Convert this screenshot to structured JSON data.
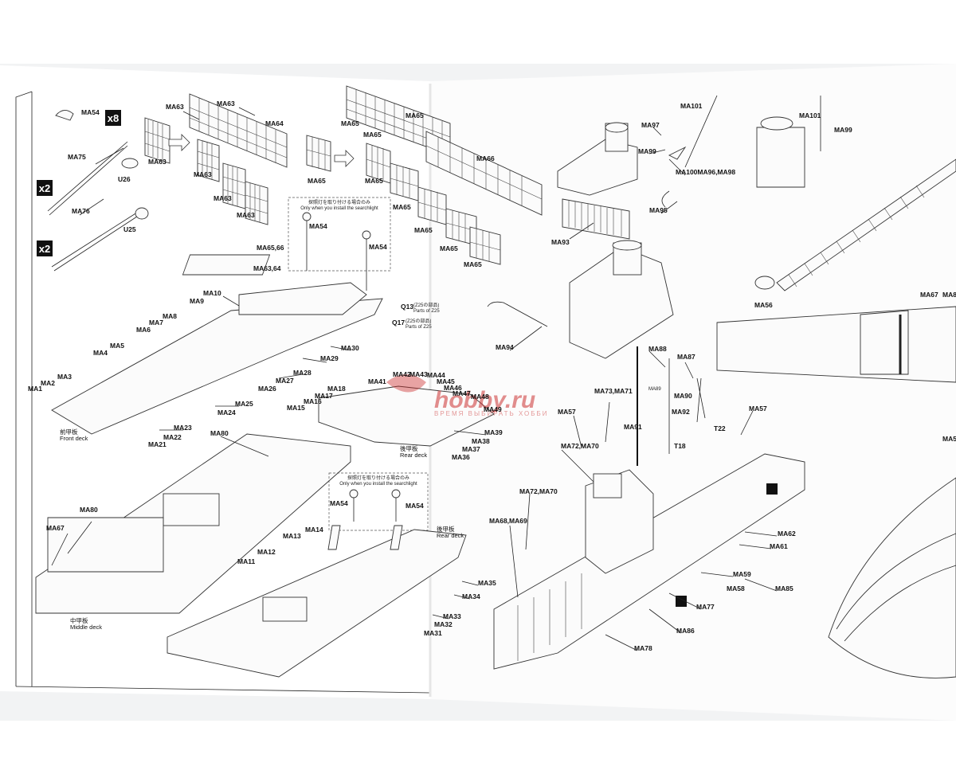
{
  "watermark": {
    "site": "hobby.ru",
    "tagline": "ВРЕМЯ ВЫБИРАТЬ ХОББИ"
  },
  "multipliers": {
    "x8": "x8",
    "x2a": "x2",
    "x2b": "x2"
  },
  "notes": {
    "searchlight_jp": "探照灯を取り付ける場合のみ",
    "searchlight_en": "Only when you install the searchlight",
    "searchlight2_jp": "探照灯を取り付ける場合のみ",
    "searchlight2_en": "Only when you install the searchlight",
    "q13_jp": "(Z25の部品)",
    "q13_en": "Parts of Z25",
    "q17_jp": "(Z25の部品)",
    "q17_en": "Parts of Z25"
  },
  "captions": {
    "front_jp": "前甲板",
    "front_en": "Front deck",
    "rear_jp": "後甲板",
    "rear_en": "Rear deck",
    "rear2_jp": "後甲板",
    "rear2_en": "Rear deck",
    "middle_jp": "中甲板",
    "middle_en": "Middle deck"
  },
  "labels": {
    "MA54a": "MA54",
    "MA75": "MA75",
    "U26": "U26",
    "MA76": "MA76",
    "U25": "U25",
    "MA63a": "MA63",
    "MA63b": "MA63",
    "MA63c": "MA63",
    "MA63d": "MA63",
    "MA63e": "MA63",
    "MA63f": "MA63",
    "MA64": "MA64",
    "MA65a": "MA65",
    "MA65b": "MA65",
    "MA65c": "MA65",
    "MA65d": "MA65",
    "MA65e": "MA65",
    "MA65f": "MA65",
    "MA65g": "MA65",
    "MA65h": "MA65",
    "MA66": "MA66",
    "MA54b": "MA54",
    "MA54c": "MA54",
    "MA6566": "MA65,66",
    "MA6364": "MA63,64",
    "Q13": "Q13",
    "Q17": "Q17",
    "MA10": "MA10",
    "MA9": "MA9",
    "MA8": "MA8",
    "MA7": "MA7",
    "MA6": "MA6",
    "MA5": "MA5",
    "MA4": "MA4",
    "MA3": "MA3",
    "MA2": "MA2",
    "MA1": "MA1",
    "MA30": "MA30",
    "MA29": "MA29",
    "MA28": "MA28",
    "MA27": "MA27",
    "MA26": "MA26",
    "MA25": "MA25",
    "MA24": "MA24",
    "MA23": "MA23",
    "MA22": "MA22",
    "MA21": "MA21",
    "MA80a": "MA80",
    "MA80b": "MA80",
    "MA67a": "MA67",
    "MA41": "MA41",
    "MA42": "MA42",
    "MA43": "MA43",
    "MA44": "MA44",
    "MA45": "MA45",
    "MA46": "MA46",
    "MA47": "MA47",
    "MA48": "MA48",
    "MA49": "MA49",
    "MA18": "MA18",
    "MA17": "MA17",
    "MA16": "MA16",
    "MA15": "MA15",
    "MA39": "MA39",
    "MA38": "MA38",
    "MA37": "MA37",
    "MA36": "MA36",
    "MA54d": "MA54",
    "MA54e": "MA54",
    "MA14": "MA14",
    "MA13": "MA13",
    "MA12": "MA12",
    "MA11": "MA11",
    "MA35": "MA35",
    "MA34": "MA34",
    "MA33": "MA33",
    "MA32": "MA32",
    "MA31": "MA31",
    "MA101a": "MA101",
    "MA97": "MA97",
    "MA99a": "MA99",
    "MA100": "MA100MA96,MA98",
    "MA95": "MA95",
    "MA93": "MA93",
    "MA94": "MA94",
    "MA101b": "MA101",
    "MA99b": "MA99",
    "MA56": "MA56",
    "MA67b": "MA67",
    "MA8x": "MA8",
    "MA88": "MA88",
    "MA87": "MA87",
    "MA89": "MA89",
    "MA90": "MA90",
    "MA7371": "MA73,MA71",
    "MA57a": "MA57",
    "MA57b": "MA57",
    "MA91": "MA91",
    "MA92": "MA92",
    "T22": "T22",
    "T18": "T18",
    "MA7270a": "MA72,MA70",
    "MA7270b": "MA72,MA70",
    "MA6869": "MA68,MA69",
    "MA62": "MA62",
    "MA61": "MA61",
    "MA59": "MA59",
    "MA58": "MA58",
    "MA85": "MA85",
    "MA77": "MA77",
    "MA86": "MA86",
    "MA78": "MA78",
    "MA5x": "MA5"
  }
}
